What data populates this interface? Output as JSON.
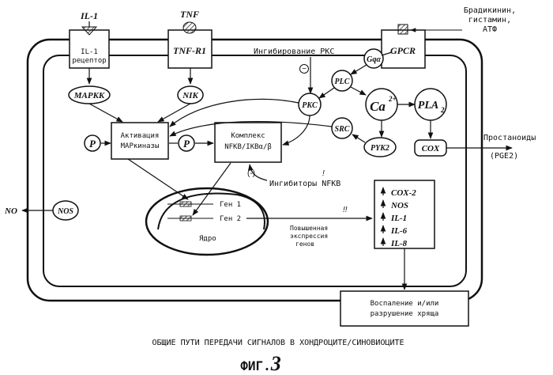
{
  "inputs": {
    "il1": "IL-1",
    "tnf": "TNF",
    "agonists": [
      "Брадикинин,",
      "гистамин,",
      "АТФ"
    ]
  },
  "receptors": {
    "il1_receptor": [
      "IL-1",
      "рецептор"
    ],
    "tnf_r1": "TNF-R1",
    "gpcr": "GPCR"
  },
  "nodes": {
    "mapkk": "MAPKK",
    "nik": "NIK",
    "pkc": "PKC",
    "plc": "PLC",
    "gq": "Gqα",
    "ca": "Ca",
    "ca_sup": "2+",
    "pla": "PLA",
    "pla_sub": "2",
    "src": "SRC",
    "pyk2": "PYK2",
    "cox": "COX",
    "nos": "NOS",
    "no": "NO",
    "p_left": "P",
    "p_right": "P"
  },
  "boxes": {
    "activation": [
      "Активация",
      "МАРкиназы"
    ],
    "complex": [
      "Комплекс",
      "NFKB/IKBα/β"
    ],
    "inflammation": [
      "Воспаление и/или",
      "разрушение хряща"
    ]
  },
  "labels": {
    "pkc_inhibition": "Ингибирование PKC",
    "minus_pkc": "−",
    "minus_nfkb": "(-)",
    "nfkb_inhibitors": "Ингибиторы NFKB",
    "prostanoids": [
      "Простаноиды",
      "(PGE2)"
    ],
    "gene1": "Ген 1",
    "gene2": "Ген 2",
    "nucleus": "Ядро",
    "expression": [
      "Повышенная",
      "экспрессия",
      "генов"
    ],
    "marks": [
      "!",
      "!!"
    ],
    "caption": "ОБЩИЕ ПУТИ ПЕРЕДАЧИ СИГНАЛОВ В ХОНДРОЦИТЕ/СИНОВИОЦИТЕ",
    "fig_prefix": "ФИГ.",
    "fig_number": "3"
  },
  "gene_list": [
    "COX-2",
    "NOS",
    "IL-1",
    "IL-6",
    "IL-8"
  ],
  "colors": {
    "line": "#111111",
    "background": "#ffffff",
    "hatch": "#555555"
  }
}
